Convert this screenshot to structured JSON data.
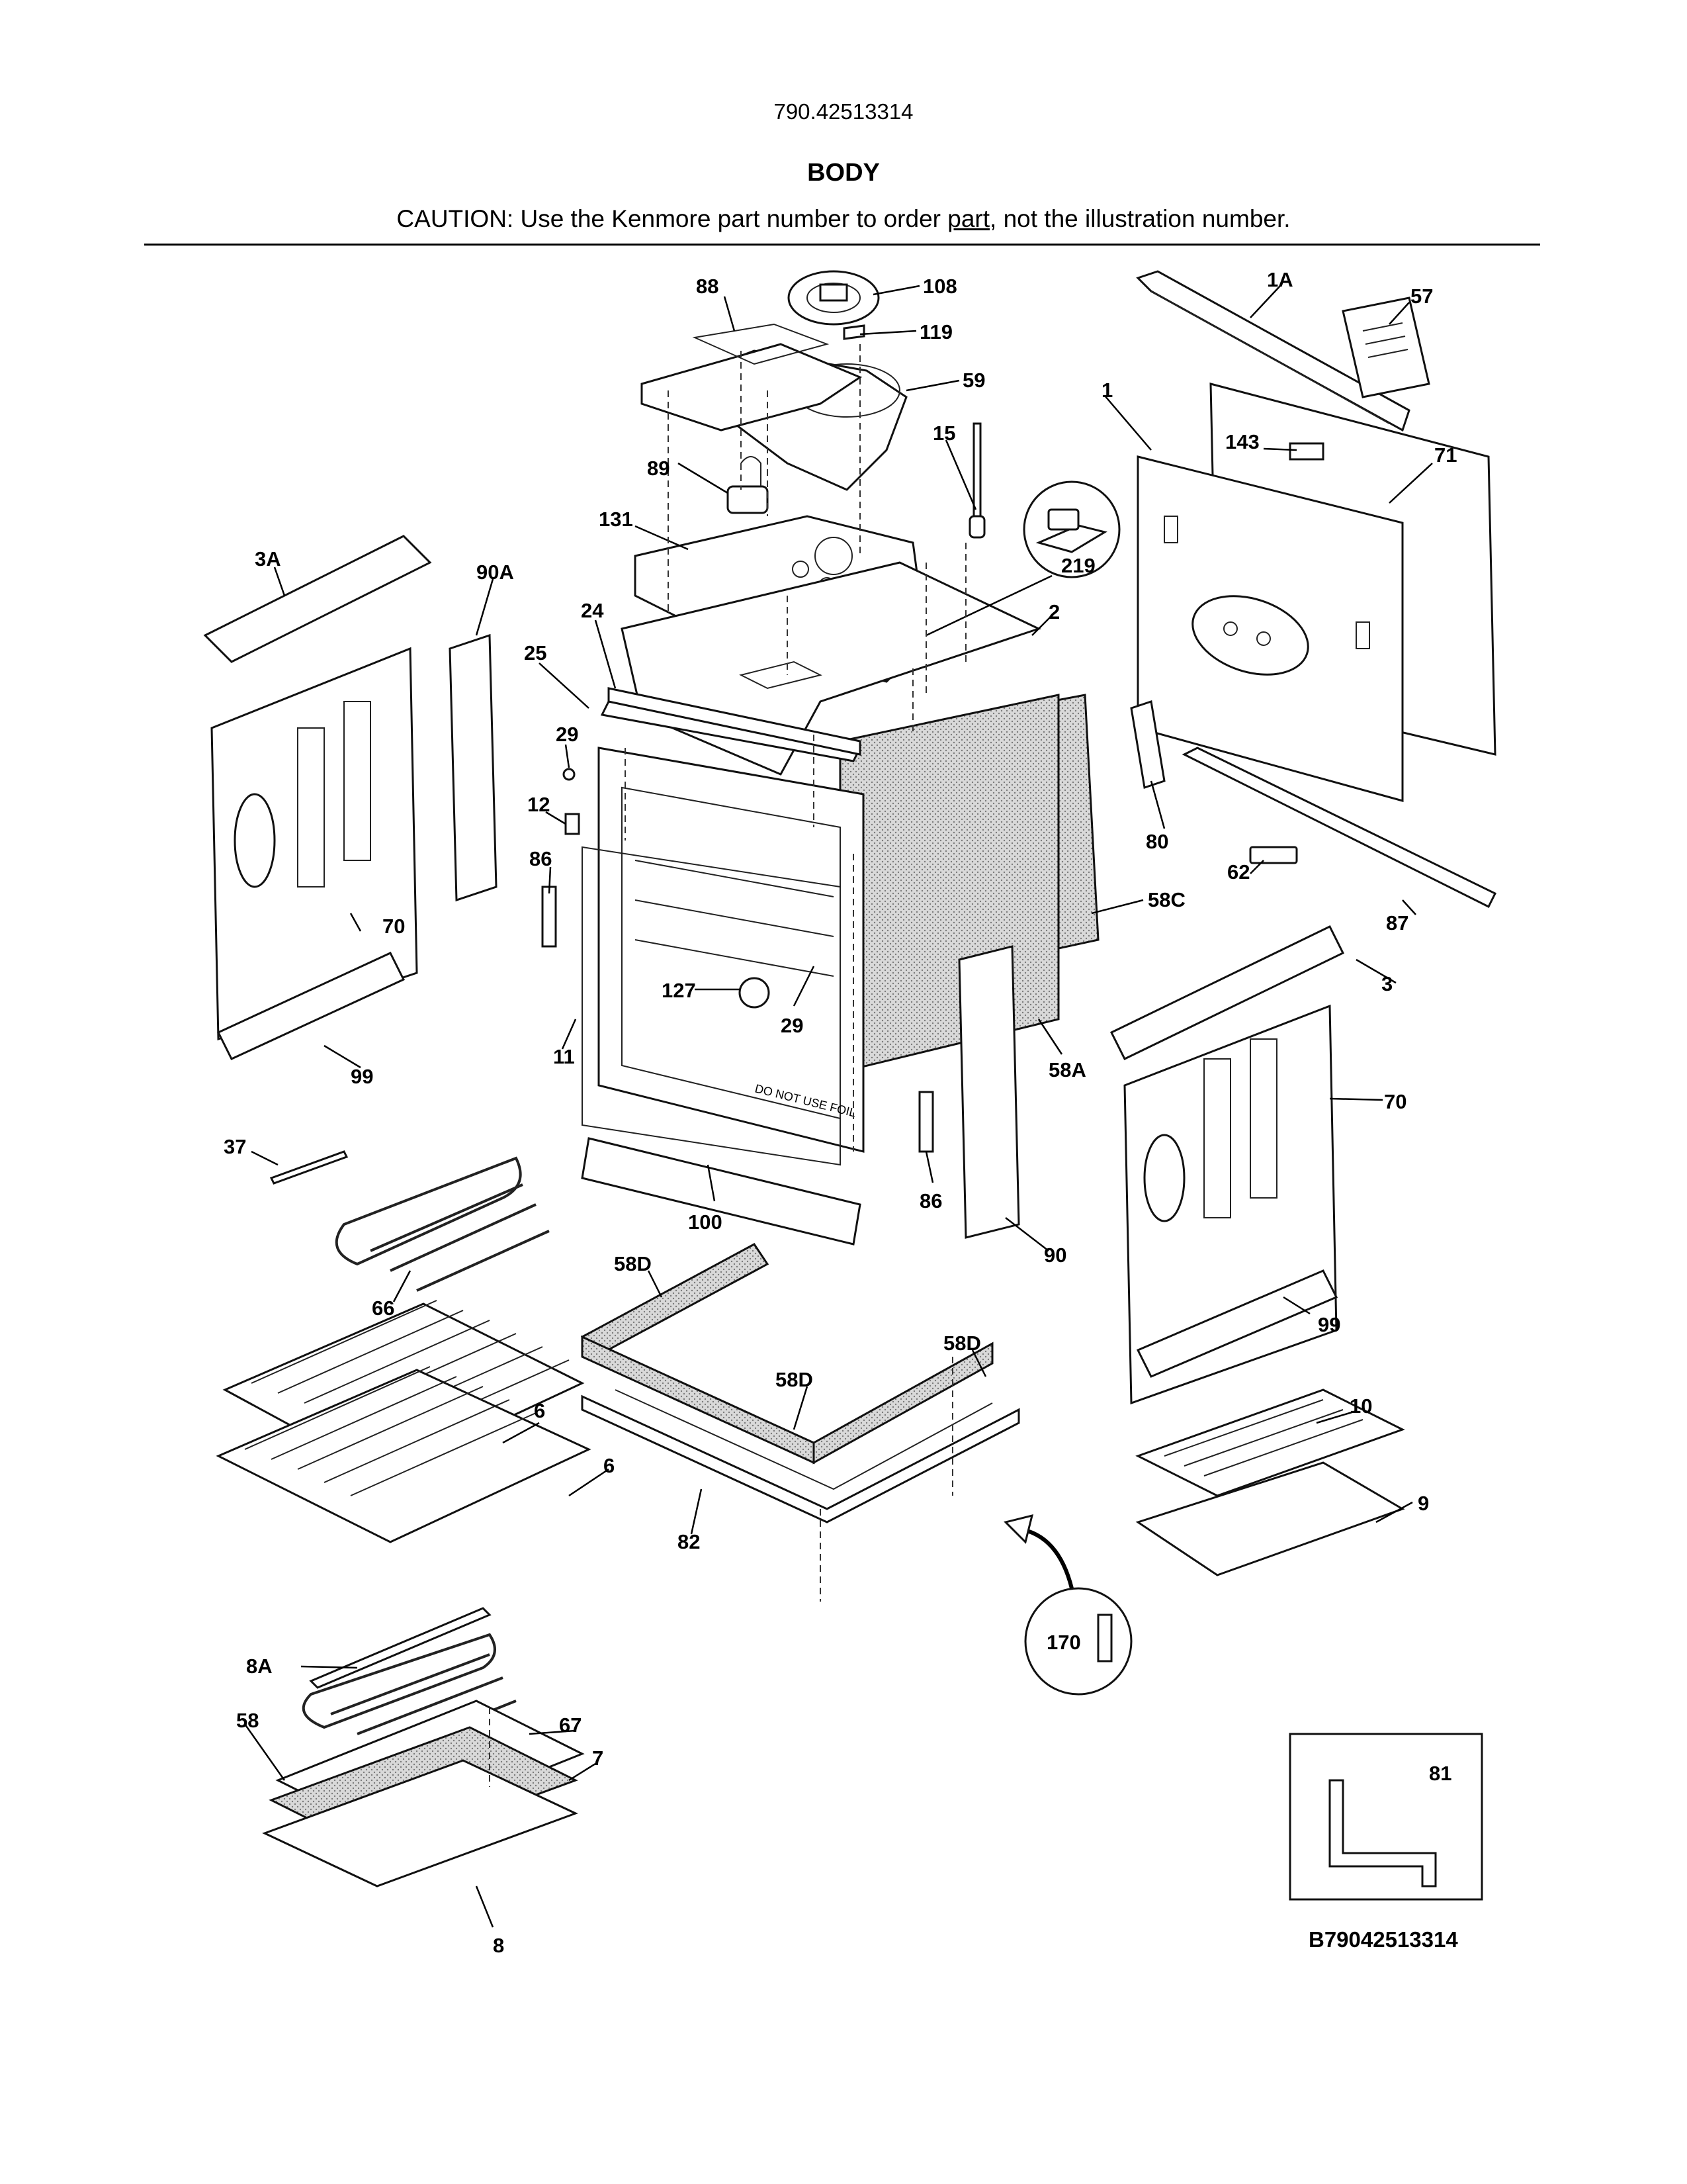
{
  "header": {
    "model_number": "790.42513314",
    "title": "BODY",
    "caution_before": "CAUTION: Use the Kenmore part number to order ",
    "caution_underlined": "part",
    "caution_after": ", not the illustration number."
  },
  "callouts": {
    "c88": "88",
    "c108": "108",
    "c119": "119",
    "c59": "59",
    "c1A": "1A",
    "c57": "57",
    "c1": "1",
    "c143": "143",
    "c71": "71",
    "c15": "15",
    "c89": "89",
    "c131": "131",
    "c219": "219",
    "c2": "2",
    "c3A": "3A",
    "c90A": "90A",
    "c24": "24",
    "c25": "25",
    "c29a": "29",
    "c12": "12",
    "c86a": "86",
    "c70a": "70",
    "c80": "80",
    "c62": "62",
    "c87": "87",
    "c58C": "58C",
    "c3": "3",
    "c127": "127",
    "c29b": "29",
    "c11": "11",
    "c99a": "99",
    "c58A": "58A",
    "c70b": "70",
    "c37": "37",
    "c86b": "86",
    "c100": "100",
    "c90": "90",
    "c66": "66",
    "c58D1": "58D",
    "c58D2": "58D",
    "c58D3": "58D",
    "c99b": "99",
    "c6a": "6",
    "c6b": "6",
    "c10": "10",
    "c9": "9",
    "c82": "82",
    "c170": "170",
    "c8A": "8A",
    "c58": "58",
    "c67": "67",
    "c7": "7",
    "c8": "8",
    "c81": "81"
  },
  "oven_text": "DO NOT USE FOIL",
  "figure_code": "B79042513314"
}
